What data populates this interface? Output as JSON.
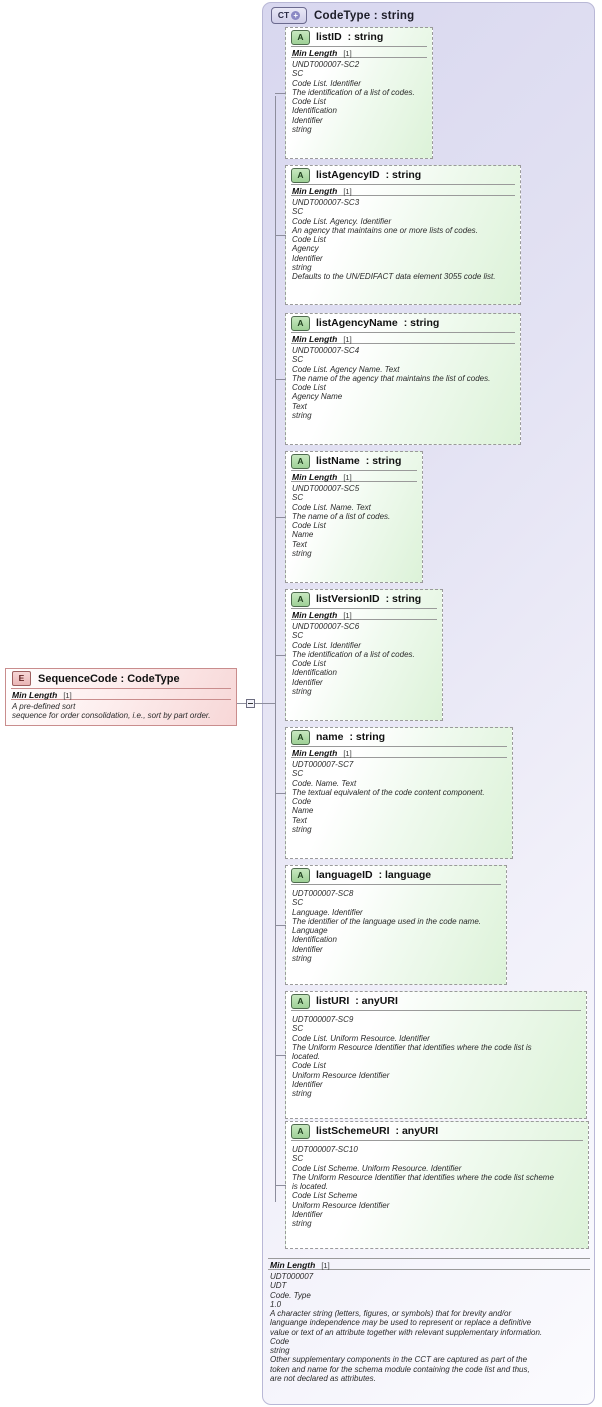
{
  "diagram": {
    "type_box": {
      "icon": "complextype-expand-icon",
      "icon_label": "CT",
      "icon_plus": "+",
      "title": "CodeType : string"
    },
    "element": {
      "icon": "element-icon",
      "icon_label": "E",
      "title": "SequenceCode : CodeType",
      "rule_name": "Min Length",
      "rule_card": "[1]",
      "doc": [
        "A pre-defined sort",
        "sequence for order consolidation, i.e., sort by part order."
      ]
    },
    "attributes": [
      {
        "icon_label": "A",
        "name": "listID",
        "type": ": string",
        "rule_name": "Min Length",
        "rule_card": "[1]",
        "doc": [
          "UNDT000007-SC2",
          "SC",
          "Code List. Identifier",
          "The identification of a list of codes.",
          "Code List",
          "Identification",
          "Identifier",
          "string"
        ]
      },
      {
        "icon_label": "A",
        "name": "listAgencyID",
        "type": ": string",
        "rule_name": "Min Length",
        "rule_card": "[1]",
        "doc": [
          "UNDT000007-SC3",
          "SC",
          "Code List. Agency. Identifier",
          "An agency that maintains one or more lists of codes.",
          "Code List",
          "Agency",
          "Identifier",
          "string",
          "Defaults to the UN/EDIFACT data element 3055 code list."
        ]
      },
      {
        "icon_label": "A",
        "name": "listAgencyName",
        "type": ": string",
        "rule_name": "Min Length",
        "rule_card": "[1]",
        "doc": [
          "UNDT000007-SC4",
          "SC",
          "Code List. Agency Name. Text",
          "The name of the agency that maintains the list of codes.",
          "Code List",
          "Agency Name",
          "Text",
          "string"
        ]
      },
      {
        "icon_label": "A",
        "name": "listName",
        "type": ": string",
        "rule_name": "Min Length",
        "rule_card": "[1]",
        "doc": [
          "UNDT000007-SC5",
          "SC",
          "Code List. Name. Text",
          "The name of a list of codes.",
          "Code List",
          "Name",
          "Text",
          "string"
        ]
      },
      {
        "icon_label": "A",
        "name": "listVersionID",
        "type": ": string",
        "rule_name": "Min Length",
        "rule_card": "[1]",
        "doc": [
          "UNDT000007-SC6",
          "SC",
          "Code List. Identifier",
          "The identification of a list of codes.",
          "Code List",
          "Identification",
          "Identifier",
          "string"
        ]
      },
      {
        "icon_label": "A",
        "name": "name",
        "type": ": string",
        "rule_name": "Min Length",
        "rule_card": "[1]",
        "doc": [
          "UDT000007-SC7",
          "SC",
          "Code. Name. Text",
          "The textual equivalent of the code content component.",
          "Code",
          "Name",
          "Text",
          "string"
        ]
      },
      {
        "icon_label": "A",
        "name": "languageID",
        "type": ": language",
        "rule_name": "",
        "rule_card": "",
        "doc": [
          "UDT000007-SC8",
          "SC",
          "Language. Identifier",
          "The identifier of the language used in the code name.",
          "Language",
          "Identification",
          "Identifier",
          "string"
        ]
      },
      {
        "icon_label": "A",
        "name": "listURI",
        "type": ": anyURI",
        "rule_name": "",
        "rule_card": "",
        "doc": [
          "UDT000007-SC9",
          "SC",
          "Code List. Uniform Resource. Identifier",
          "The Uniform Resource Identifier that identifies where the code list is\nlocated.",
          "Code List",
          "Uniform Resource Identifier",
          "Identifier",
          "string"
        ]
      },
      {
        "icon_label": "A",
        "name": "listSchemeURI",
        "type": ": anyURI",
        "rule_name": "",
        "rule_card": "",
        "doc": [
          "UDT000007-SC10",
          "SC",
          "Code List Scheme. Uniform Resource. Identifier",
          "The Uniform Resource Identifier that identifies where the code list scheme\nis located.",
          "Code List Scheme",
          "Uniform Resource Identifier",
          "Identifier",
          "string"
        ]
      }
    ],
    "footer": {
      "rule_name": "Min Length",
      "rule_card": "[1]",
      "doc": [
        "UDT000007",
        "UDT",
        "Code. Type",
        "1.0",
        "A character string (letters, figures, or symbols) that for brevity and/or\nlanguange independence may be used to represent or replace a definitive\nvalue or text of an attribute together with relevant supplementary information.",
        "Code",
        "string",
        "Other supplementary components in the CCT are captured as part of the\ntoken and name for the schema module containing the code list and thus,\nare not declared as attributes."
      ]
    }
  }
}
